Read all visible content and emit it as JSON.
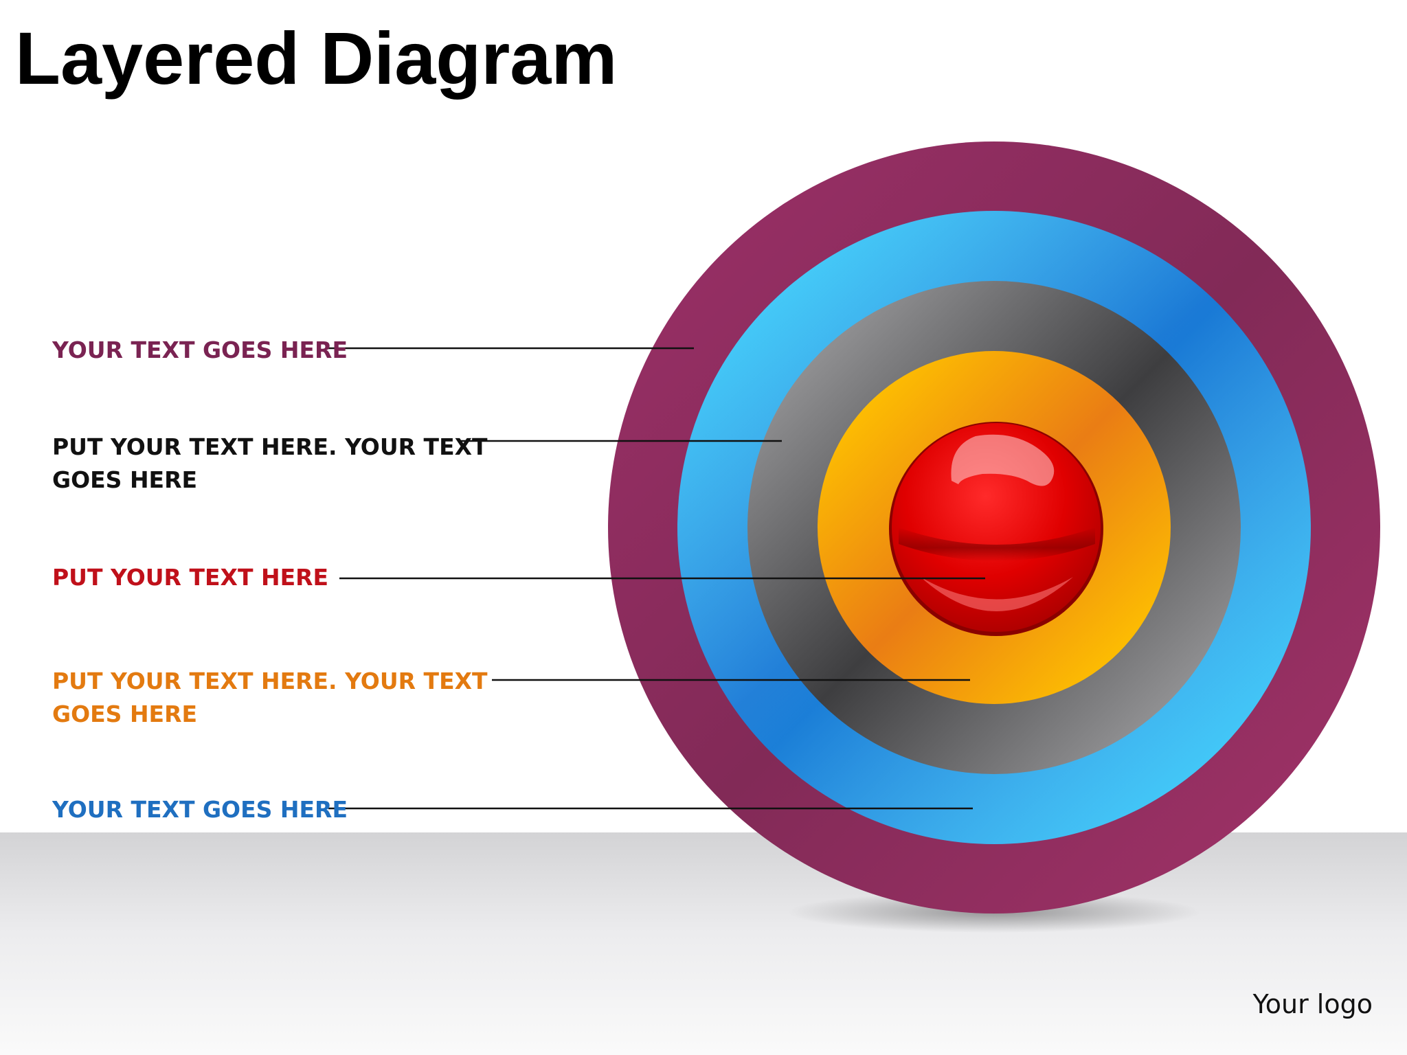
{
  "title": "Layered Diagram",
  "logo_text": "Your logo",
  "labels": [
    {
      "lines": [
        "YOUR TEXT GOES HERE"
      ],
      "color": "#7a2352"
    },
    {
      "lines": [
        "PUT YOUR TEXT HERE. YOUR TEXT",
        "GOES HERE"
      ],
      "color": "#111111"
    },
    {
      "lines": [
        "PUT YOUR TEXT HERE"
      ],
      "color": "#c0101a"
    },
    {
      "lines": [
        "PUT YOUR TEXT HERE. YOUR TEXT",
        "GOES HERE"
      ],
      "color": "#e37a10"
    },
    {
      "lines": [
        "YOUR TEXT GOES HERE"
      ],
      "color": "#1f6fc0"
    }
  ],
  "rings": [
    {
      "name": "outer-ring",
      "color": "#8e2b5f"
    },
    {
      "name": "blue-ring",
      "color": "#2fb8f2"
    },
    {
      "name": "gray-ring",
      "color": "#6e6e70"
    },
    {
      "name": "orange-ring",
      "color": "#f7b000"
    },
    {
      "name": "red-center",
      "color": "#dd0000"
    }
  ]
}
